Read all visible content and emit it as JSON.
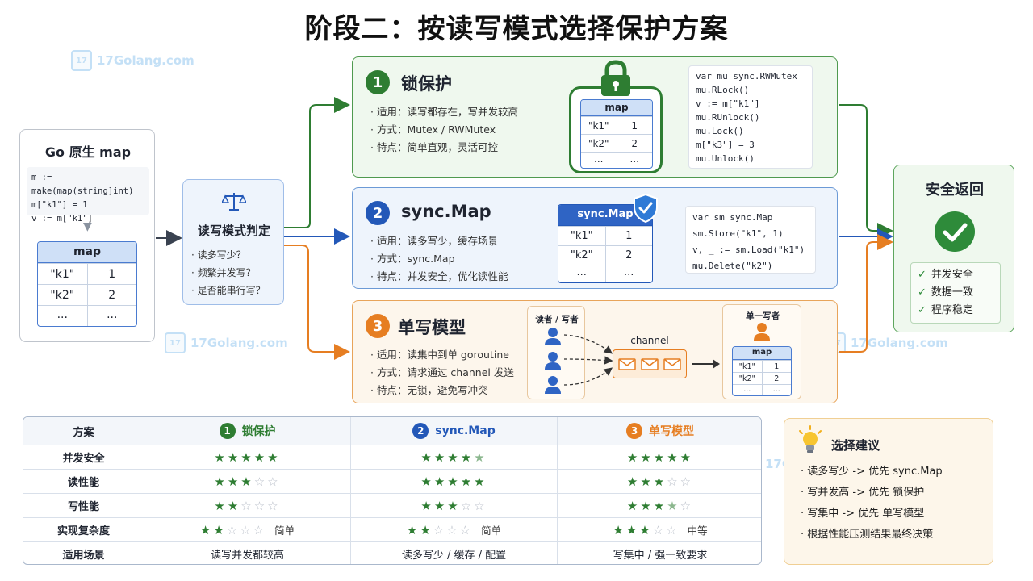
{
  "title": "阶段二：按读写模式选择保护方案",
  "watermark": "17Golang.com",
  "go_map": {
    "title": "Go 原生 map",
    "code": [
      "m := make(map(string]int)",
      "m[\"k1\"] = 1",
      "v := m[\"k1\"]"
    ],
    "table_header": "map",
    "rows": [
      [
        "\"k1\"",
        "1"
      ],
      [
        "\"k2\"",
        "2"
      ],
      [
        "...",
        "..."
      ]
    ]
  },
  "judge": {
    "title": "读写模式判定",
    "icon": "scale-icon",
    "questions": [
      "读多写少？",
      "频繁并发写？",
      "是否能串行写？"
    ]
  },
  "options": [
    {
      "num": "1",
      "title": "锁保护",
      "color": "#2e7d32",
      "bullets": [
        "适用：读写都存在，写并发较高",
        "方式：Mutex / RWMutex",
        "特点：简单直观，灵活可控"
      ],
      "table_header": "map",
      "rows": [
        [
          "\"k1\"",
          "1"
        ],
        [
          "\"k2\"",
          "2"
        ],
        [
          "...",
          "..."
        ]
      ],
      "code": [
        "var mu sync.RWMutex",
        "mu.RLock()",
        "v := m[\"k1\"]",
        "mu.RUnlock()",
        "mu.Lock()",
        "m[\"k3\"] = 3",
        "mu.Unlock()"
      ]
    },
    {
      "num": "2",
      "title": "sync.Map",
      "color": "#2358b8",
      "bullets": [
        "适用：读多写少，缓存场景",
        "方式：sync.Map",
        "特点：并发安全，优化读性能"
      ],
      "table_header": "sync.Map",
      "rows": [
        [
          "\"k1\"",
          "1"
        ],
        [
          "\"k2\"",
          "2"
        ],
        [
          "...",
          "..."
        ]
      ],
      "code": [
        "var sm sync.Map",
        "sm.Store(\"k1\", 1)",
        "v, _ := sm.Load(\"k1\")",
        "mu.Delete(\"k2\")"
      ]
    },
    {
      "num": "3",
      "title": "单写模型",
      "color": "#e67e22",
      "bullets": [
        "适用：读集中到单 goroutine",
        "方式：请求通过 channel 发送",
        "特点：无锁，避免写冲突"
      ],
      "rw_label": "读者 / 写者",
      "channel_label": "channel",
      "writer_label": "单一写者",
      "table_header": "map",
      "rows": [
        [
          "\"k1\"",
          "1"
        ],
        [
          "\"k2\"",
          "2"
        ],
        [
          "...",
          "..."
        ]
      ]
    }
  ],
  "safe": {
    "title": "安全返回",
    "items": [
      "并发安全",
      "数据一致",
      "程序稳定"
    ]
  },
  "comparison": {
    "header": [
      "方案",
      "锁保护",
      "sync.Map",
      "单写模型"
    ],
    "header_nums": [
      "1",
      "2",
      "3"
    ],
    "header_colors": [
      "#2e7d32",
      "#2358b8",
      "#e67e22"
    ],
    "rows": [
      {
        "label": "并发安全",
        "ratings": [
          5,
          4.5,
          5
        ],
        "notes": [
          "",
          "",
          ""
        ]
      },
      {
        "label": "读性能",
        "ratings": [
          3,
          5,
          3
        ],
        "notes": [
          "",
          "",
          ""
        ]
      },
      {
        "label": "写性能",
        "ratings": [
          2,
          3,
          3.5
        ],
        "notes": [
          "",
          "",
          ""
        ]
      },
      {
        "label": "实现复杂度",
        "ratings": [
          2,
          2,
          3
        ],
        "notes": [
          "简单",
          "简单",
          "中等"
        ]
      }
    ],
    "scenario_label": "适用场景",
    "scenarios": [
      "读写并发都较高",
      "读多写少 / 缓存 / 配置",
      "写集中 / 强一致要求"
    ]
  },
  "advice": {
    "title": "选择建议",
    "items": [
      "读多写少 -> 优先 sync.Map",
      "写并发高 -> 优先 锁保护",
      "写集中 -> 优先 单写模型",
      "根据性能压测结果最终决策"
    ]
  }
}
